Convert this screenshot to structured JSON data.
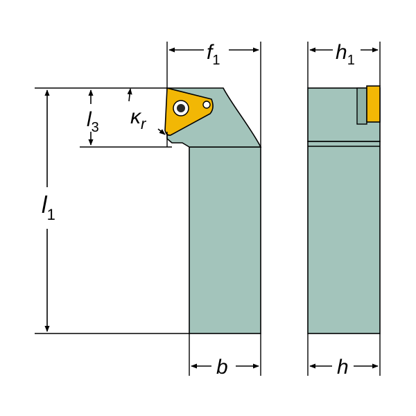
{
  "colors": {
    "tool_body": "#a3c4bb",
    "tool_body_dark": "#8fb2a8",
    "insert": "#f2b705",
    "outline": "#000000",
    "background": "#ffffff"
  },
  "labels": {
    "f1": {
      "main": "f",
      "sub": "1"
    },
    "h1": {
      "main": "h",
      "sub": "1"
    },
    "l3": {
      "main": "l",
      "sub": "3"
    },
    "kr": {
      "main": "κ",
      "sub": "r"
    },
    "l1": {
      "main": "l",
      "sub": "1"
    },
    "b": {
      "main": "b"
    },
    "h": {
      "main": "h"
    }
  }
}
